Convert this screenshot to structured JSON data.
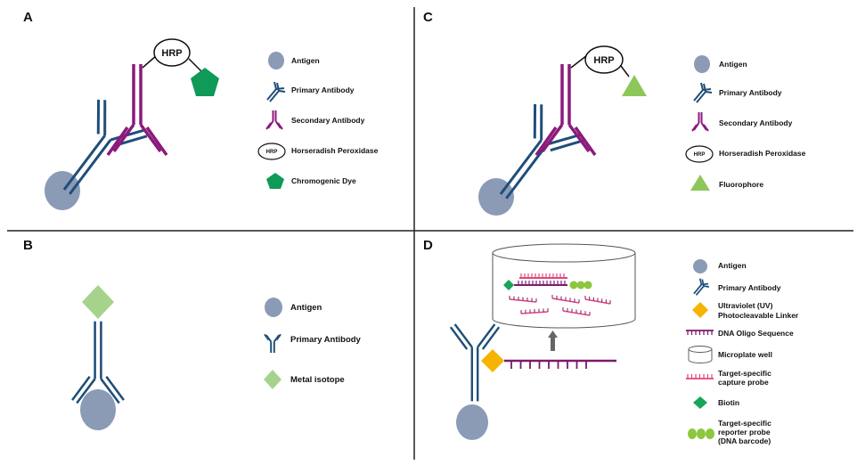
{
  "panels": {
    "a": {
      "label": "A",
      "hrp_text": "HRP",
      "legend": {
        "antigen": "Antigen",
        "primary_antibody": "Primary Antibody",
        "secondary_antibody": "Secondary Antibody",
        "hrp_icon_text": "HRP",
        "hrp": "Horseradish Peroxidase",
        "dye": "Chromogenic Dye"
      }
    },
    "b": {
      "label": "B",
      "legend": {
        "antigen": "Antigen",
        "primary_antibody": "Primary Antibody",
        "metal": "Metal isotope"
      }
    },
    "c": {
      "label": "C",
      "hrp_text": "HRP",
      "legend": {
        "antigen": "Antigen",
        "primary_antibody": "Primary Antibody",
        "secondary_antibody": "Secondary Antibody",
        "hrp_icon_text": "HRP",
        "hrp": "Horseradish Peroxidase",
        "fluorophore": "Fluorophore"
      }
    },
    "d": {
      "label": "D",
      "legend": {
        "antigen": "Antigen",
        "primary_antibody": "Primary Antibody",
        "uv_line1": "Ultraviolet (UV)",
        "uv_line2": "Photocleavable Linker",
        "dna": "DNA Oligo Sequence",
        "well": "Microplate well",
        "capture_line1": "Target-specific",
        "capture_line2": "capture probe",
        "biotin": "Biotin",
        "reporter_line1": "Target-specific",
        "reporter_line2": "reporter probe",
        "reporter_line3": "(DNA barcode)"
      }
    }
  },
  "colors": {
    "antigen": "#8b9bb6",
    "primary_antibody": "#1f4e79",
    "secondary_antibody": "#8b1a7b",
    "chromogenic_dye": "#0f9a57",
    "fluorophore": "#8dc75a",
    "metal_isotope": "#a6d38c",
    "uv_linker": "#f5b400",
    "dna_oligo": "#7b1a6e",
    "capture_probe": "#e0457c",
    "biotin": "#1aa35b",
    "reporter": "#8dc63f",
    "divider": "#222222"
  }
}
